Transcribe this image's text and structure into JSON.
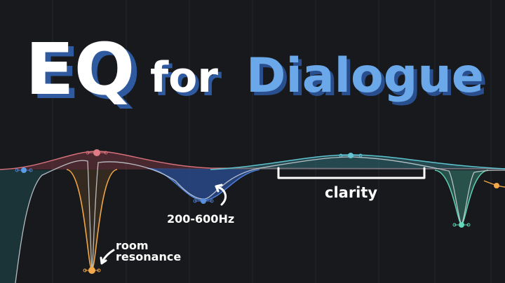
{
  "title": {
    "part1": "EQ",
    "part2": "for",
    "part3": "Dialogue"
  },
  "annotations": {
    "clarity": "clarity",
    "range": "200-600Hz",
    "room_line1": "room",
    "room_line2": "resonance"
  },
  "colors": {
    "background": "#17191c",
    "grid": "#23262b",
    "title_white": "#ffffff",
    "title_blue": "#6aa8ea",
    "title_shadow": "#2f5aa0",
    "red_band": "#d6707a",
    "blue_band": "#4f7fd6",
    "teal_band": "#5fc2cf",
    "orange_band": "#f0a648",
    "green_band": "#5fd1b2",
    "annotation": "#ffffff"
  },
  "icons": {
    "arrow_to_range": "curved-arrow-icon",
    "arrow_to_room": "curved-arrow-icon"
  }
}
